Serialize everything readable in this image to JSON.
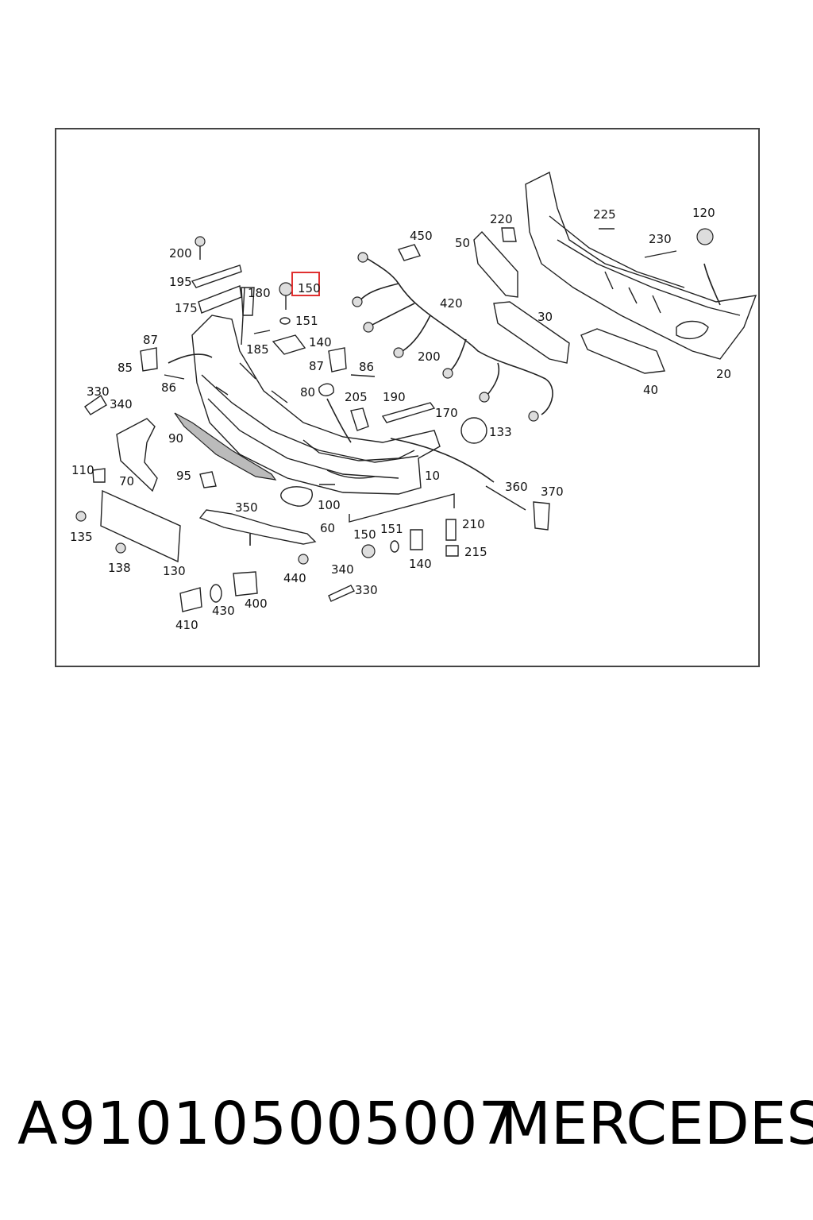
{
  "diagram": {
    "highlight_color": "#e03030",
    "highlighted_label": "150",
    "callouts": [
      {
        "id": "200a",
        "text": "200"
      },
      {
        "id": "195",
        "text": "195"
      },
      {
        "id": "175",
        "text": "175"
      },
      {
        "id": "180",
        "text": "180"
      },
      {
        "id": "150a",
        "text": "150"
      },
      {
        "id": "151a",
        "text": "151"
      },
      {
        "id": "185",
        "text": "185"
      },
      {
        "id": "140a",
        "text": "140"
      },
      {
        "id": "87a",
        "text": "87"
      },
      {
        "id": "85",
        "text": "85"
      },
      {
        "id": "86a",
        "text": "86"
      },
      {
        "id": "330a",
        "text": "330"
      },
      {
        "id": "340a",
        "text": "340"
      },
      {
        "id": "87b",
        "text": "87"
      },
      {
        "id": "86b",
        "text": "86"
      },
      {
        "id": "80",
        "text": "80"
      },
      {
        "id": "205",
        "text": "205"
      },
      {
        "id": "190",
        "text": "190"
      },
      {
        "id": "170",
        "text": "170"
      },
      {
        "id": "133",
        "text": "133"
      },
      {
        "id": "200b",
        "text": "200"
      },
      {
        "id": "420",
        "text": "420"
      },
      {
        "id": "450",
        "text": "450"
      },
      {
        "id": "50",
        "text": "50"
      },
      {
        "id": "220",
        "text": "220"
      },
      {
        "id": "225",
        "text": "225"
      },
      {
        "id": "120",
        "text": "120"
      },
      {
        "id": "230",
        "text": "230"
      },
      {
        "id": "30",
        "text": "30"
      },
      {
        "id": "40",
        "text": "40"
      },
      {
        "id": "20",
        "text": "20"
      },
      {
        "id": "90",
        "text": "90"
      },
      {
        "id": "110",
        "text": "110"
      },
      {
        "id": "70",
        "text": "70"
      },
      {
        "id": "95",
        "text": "95"
      },
      {
        "id": "10",
        "text": "10"
      },
      {
        "id": "360",
        "text": "360"
      },
      {
        "id": "370",
        "text": "370"
      },
      {
        "id": "100",
        "text": "100"
      },
      {
        "id": "350",
        "text": "350"
      },
      {
        "id": "60",
        "text": "60"
      },
      {
        "id": "135",
        "text": "135"
      },
      {
        "id": "138",
        "text": "138"
      },
      {
        "id": "130",
        "text": "130"
      },
      {
        "id": "150b",
        "text": "150"
      },
      {
        "id": "151b",
        "text": "151"
      },
      {
        "id": "140b",
        "text": "140"
      },
      {
        "id": "210",
        "text": "210"
      },
      {
        "id": "215",
        "text": "215"
      },
      {
        "id": "440",
        "text": "440"
      },
      {
        "id": "340b",
        "text": "340"
      },
      {
        "id": "330b",
        "text": "330"
      },
      {
        "id": "400",
        "text": "400"
      },
      {
        "id": "430",
        "text": "430"
      },
      {
        "id": "410",
        "text": "410"
      }
    ]
  },
  "footer": {
    "part_number": "A910105005007",
    "brand": "MERCEDES"
  }
}
